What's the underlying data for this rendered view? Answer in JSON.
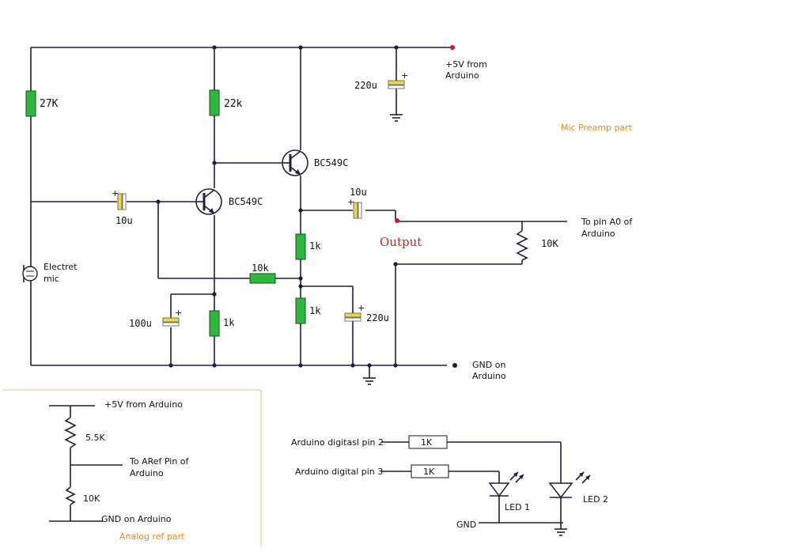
{
  "preamp": {
    "r_bias_label": "27K",
    "r_collector1_label": "22k",
    "r_emitter1_label": "1k",
    "r_feedback_label": "10k",
    "r_emitter2a_label": "1k",
    "r_emitter2b_label": "1k",
    "r_load_label": "10K",
    "c_input_label": "10u",
    "c_output_label": "10u",
    "c_supply_label": "220u",
    "c_bypass1_label": "100u",
    "c_bypass2_label": "220u",
    "q1_label": "BC549C",
    "q2_label": "BC549C",
    "mic_label_line1": "Electret",
    "mic_label_line2": "mic",
    "vcc_label_line1": "+5V from",
    "vcc_label_line2": "Arduino",
    "gnd_label_line1": "GND on",
    "gnd_label_line2": "Arduino",
    "a0_label_line1": "To pin A0 of",
    "a0_label_line2": "Arduino",
    "output_label": "Output",
    "section_label": "Mic Preamp part"
  },
  "aref": {
    "vcc_label": "+5V from Arduino",
    "r_top_label": "5.5K",
    "r_bottom_label": "10K",
    "aref_label_line1": "To ARef Pin of",
    "aref_label_line2": "Arduino",
    "gnd_label": "GND on Arduino",
    "section_label": "Analog ref part"
  },
  "leds": {
    "pin2_label": "Arduino digitasl pin 2",
    "pin3_label": "Arduino digital pin 3",
    "r1_label": "1K",
    "r2_label": "1K",
    "led1_label": "LED 1",
    "led2_label": "LED 2",
    "gnd_label": "GND"
  }
}
